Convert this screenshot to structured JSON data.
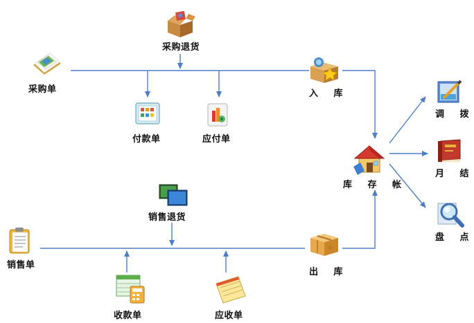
{
  "nodes": {
    "purchase_return": "采购退货",
    "purchase_order": "采购单",
    "stock_in": "入 库",
    "payment_voucher": "付款单",
    "accounts_payable": "应付单",
    "inventory_ledger": "库 存 帐",
    "transfer": "调 拨",
    "month_end": "月 结",
    "stocktake": "盘 点",
    "sales_return": "销售退货",
    "sales_order": "销售单",
    "stock_out": "出 库",
    "receipt_voucher": "收款单",
    "accounts_receivable": "应收单"
  },
  "colors": {
    "line": "#4a7ec9"
  }
}
